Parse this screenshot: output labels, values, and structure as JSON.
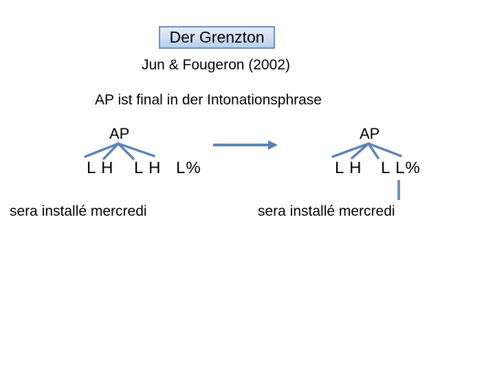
{
  "slide": {
    "title": "Der Grenzton",
    "citation": "Jun & Fougeron (2002)",
    "statement": "AP ist final in der Intonationsphrase",
    "left_tree": {
      "root": "AP",
      "tones": [
        "L H",
        "L H"
      ],
      "boundary_tone": "L%",
      "phrase": "sera installé mercredi"
    },
    "right_tree": {
      "root": "AP",
      "tones": [
        "L H"
      ],
      "boundary_tone": "L L%",
      "phrase": "sera installé mercredi"
    },
    "colors": {
      "diagram_blue": "#5b83b8",
      "box_border": "#6b90c0",
      "box_fill_top": "#e3edf9",
      "box_fill_bottom": "#b9cfeb",
      "text": "#000000",
      "background": "#ffffff"
    }
  }
}
